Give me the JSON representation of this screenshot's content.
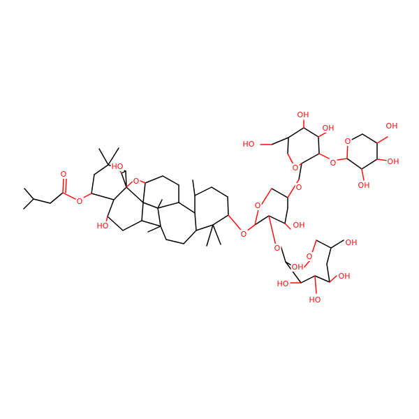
{
  "molecule": {
    "atom_labels": {
      "o_ester_carbonyl": "O",
      "o_ester_link": "O",
      "oh_c16": "HO",
      "oh_bridge": "HO",
      "o_epoxy_bridge": "O",
      "o_glycoside_c3": "O",
      "o_ring_arabinose": "O",
      "oh_arabinose_c3": "OH",
      "o_link_c4": "O",
      "o_link_c2": "O",
      "o_ring_glc_top": "O",
      "oh_glc_top_a": "OH",
      "oh_glc_top_b": "OH",
      "oh_glc_top_ch2": "HO",
      "o_link_xyl": "O",
      "o_ring_xyl": "O",
      "oh_xyl_a": "OH",
      "oh_xyl_b": "OH",
      "oh_xyl_c": "OH",
      "o_ring_glc_bottom": "O",
      "oh_glc_bottom_ch2": "OH",
      "oh_glc_bottom_a": "HO",
      "oh_glc_bottom_b": "HO",
      "oh_glc_bottom_c": "OH",
      "oh_glc_bottom_d": "OH"
    },
    "colors": {
      "bond": "#000000",
      "heteroatom": "#ff0d0d",
      "background": "#ffffff"
    }
  }
}
